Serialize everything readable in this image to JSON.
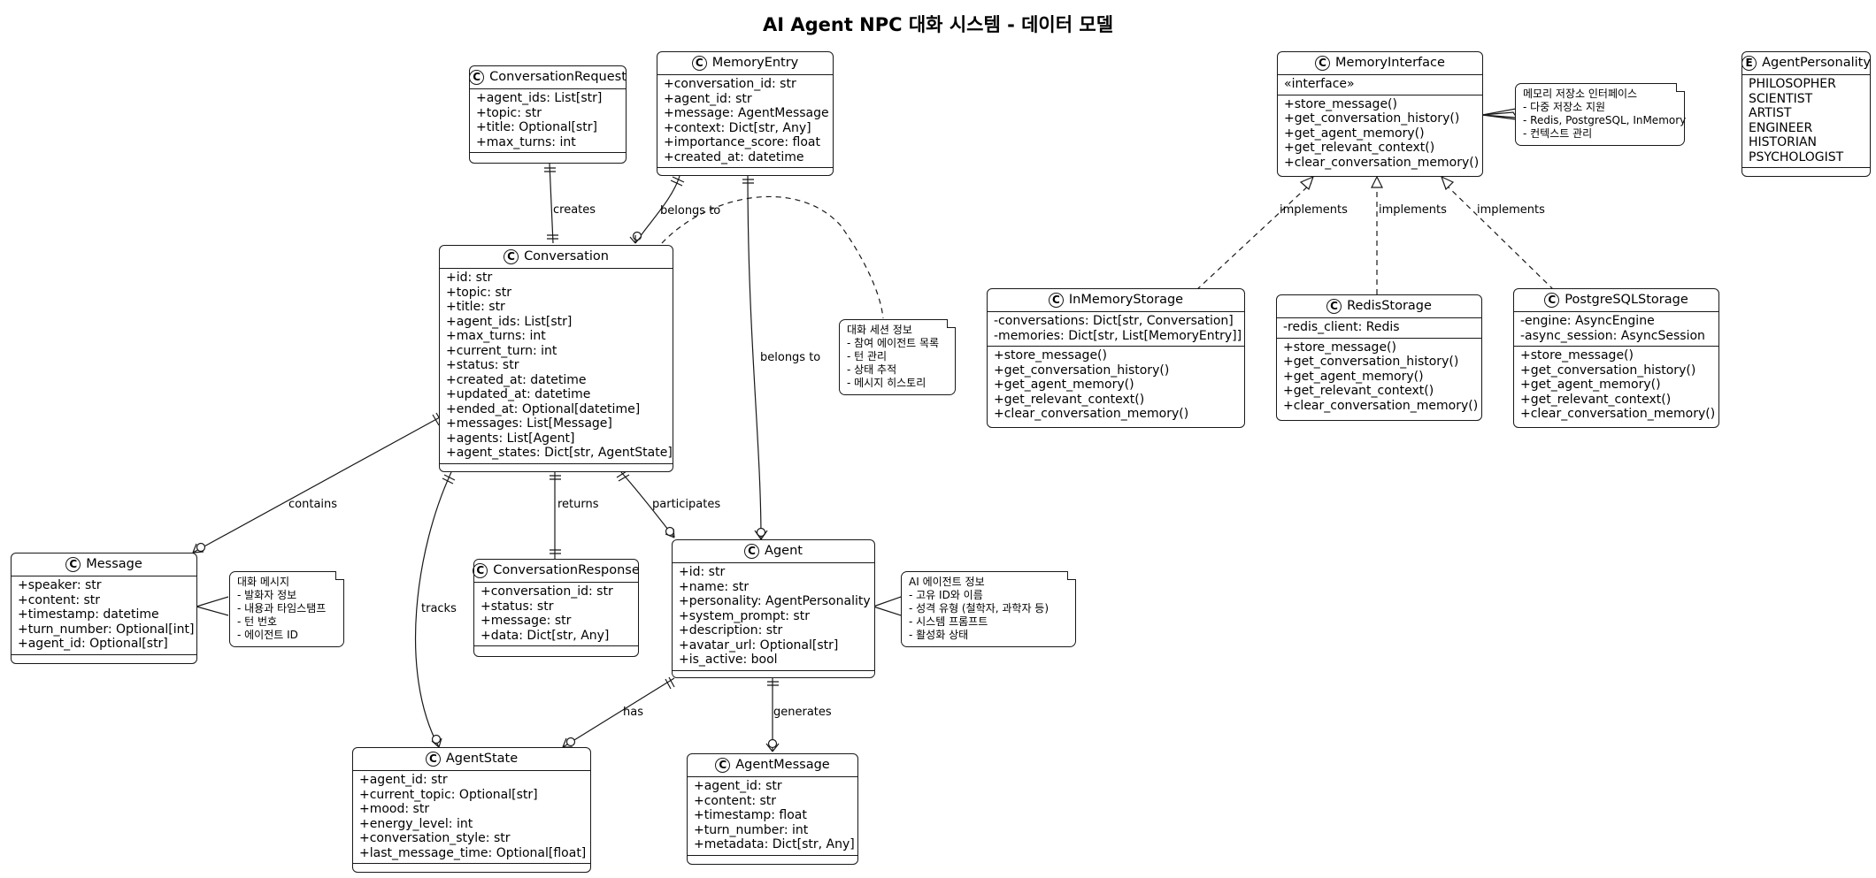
{
  "title": "AI Agent NPC 대화 시스템 - 데이터 모델",
  "classes": {
    "conversation_request": {
      "kind": "C",
      "name": "ConversationRequest",
      "fields": [
        "+agent_ids: List[str]",
        "+topic: str",
        "+title: Optional[str]",
        "+max_turns: int"
      ],
      "methods": []
    },
    "memory_entry": {
      "kind": "C",
      "name": "MemoryEntry",
      "fields": [
        "+conversation_id: str",
        "+agent_id: str",
        "+message: AgentMessage",
        "+context: Dict[str, Any]",
        "+importance_score: float",
        "+created_at: datetime"
      ],
      "methods": []
    },
    "conversation": {
      "kind": "C",
      "name": "Conversation",
      "fields": [
        "+id: str",
        "+topic: str",
        "+title: str",
        "+agent_ids: List[str]",
        "+max_turns: int",
        "+current_turn: int",
        "+status: str",
        "+created_at: datetime",
        "+updated_at: datetime",
        "+ended_at: Optional[datetime]",
        "+messages: List[Message]",
        "+agents: List[Agent]",
        "+agent_states: Dict[str, AgentState]"
      ],
      "methods": []
    },
    "message": {
      "kind": "C",
      "name": "Message",
      "fields": [
        "+speaker: str",
        "+content: str",
        "+timestamp: datetime",
        "+turn_number: Optional[int]",
        "+agent_id: Optional[str]"
      ],
      "methods": []
    },
    "conversation_response": {
      "kind": "C",
      "name": "ConversationResponse",
      "fields": [
        "+conversation_id: str",
        "+status: str",
        "+message: str",
        "+data: Dict[str, Any]"
      ],
      "methods": []
    },
    "agent": {
      "kind": "C",
      "name": "Agent",
      "fields": [
        "+id: str",
        "+name: str",
        "+personality: AgentPersonality",
        "+system_prompt: str",
        "+description: str",
        "+avatar_url: Optional[str]",
        "+is_active: bool"
      ],
      "methods": []
    },
    "agent_state": {
      "kind": "C",
      "name": "AgentState",
      "fields": [
        "+agent_id: str",
        "+current_topic: Optional[str]",
        "+mood: str",
        "+energy_level: int",
        "+conversation_style: str",
        "+last_message_time: Optional[float]"
      ],
      "methods": []
    },
    "agent_message": {
      "kind": "C",
      "name": "AgentMessage",
      "fields": [
        "+agent_id: str",
        "+content: str",
        "+timestamp: float",
        "+turn_number: int",
        "+metadata: Dict[str, Any]"
      ],
      "methods": []
    },
    "memory_interface": {
      "kind": "C",
      "name": "MemoryInterface",
      "stereotype": "«interface»",
      "methods": [
        "+store_message()",
        "+get_conversation_history()",
        "+get_agent_memory()",
        "+get_relevant_context()",
        "+clear_conversation_memory()"
      ]
    },
    "in_memory_storage": {
      "kind": "C",
      "name": "InMemoryStorage",
      "fields": [
        "-conversations: Dict[str, Conversation]",
        "-memories: Dict[str, List[MemoryEntry]]"
      ],
      "methods": [
        "+store_message()",
        "+get_conversation_history()",
        "+get_agent_memory()",
        "+get_relevant_context()",
        "+clear_conversation_memory()"
      ]
    },
    "redis_storage": {
      "kind": "C",
      "name": "RedisStorage",
      "fields": [
        "-redis_client: Redis"
      ],
      "methods": [
        "+store_message()",
        "+get_conversation_history()",
        "+get_agent_memory()",
        "+get_relevant_context()",
        "+clear_conversation_memory()"
      ]
    },
    "postgresql_storage": {
      "kind": "C",
      "name": "PostgreSQLStorage",
      "fields": [
        "-engine: AsyncEngine",
        "-async_session: AsyncSession"
      ],
      "methods": [
        "+store_message()",
        "+get_conversation_history()",
        "+get_agent_memory()",
        "+get_relevant_context()",
        "+clear_conversation_memory()"
      ]
    },
    "agent_personality": {
      "kind": "E",
      "name": "AgentPersonality",
      "values": [
        "PHILOSOPHER",
        "SCIENTIST",
        "ARTIST",
        "ENGINEER",
        "HISTORIAN",
        "PSYCHOLOGIST"
      ]
    }
  },
  "notes": {
    "memory_interface_note": [
      "메모리 저장소 인터페이스",
      "- 다중 저장소 지원",
      "- Redis, PostgreSQL, InMemory",
      "- 컨텍스트 관리"
    ],
    "conversation_note": [
      "대화 세션 정보",
      "- 참여 에이전트 목록",
      "- 턴 관리",
      "- 상태 추적",
      "- 메시지 히스토리"
    ],
    "message_note": [
      "대화 메시지",
      "- 발화자 정보",
      "- 내용과 타임스탬프",
      "- 턴 번호",
      "- 에이전트 ID"
    ],
    "agent_note": [
      "AI 에이전트 정보",
      "- 고유 ID와 이름",
      "- 성격 유형 (철학자, 과학자 등)",
      "- 시스템 프롬프트",
      "- 활성화 상태"
    ]
  },
  "relation_labels": {
    "creates": "creates",
    "belongs_to_1": "belongs to",
    "belongs_to_2": "belongs to",
    "contains": "contains",
    "returns": "returns",
    "participates": "participates",
    "tracks": "tracks",
    "has": "has",
    "generates": "generates",
    "implements_1": "implements",
    "implements_2": "implements",
    "implements_3": "implements"
  }
}
